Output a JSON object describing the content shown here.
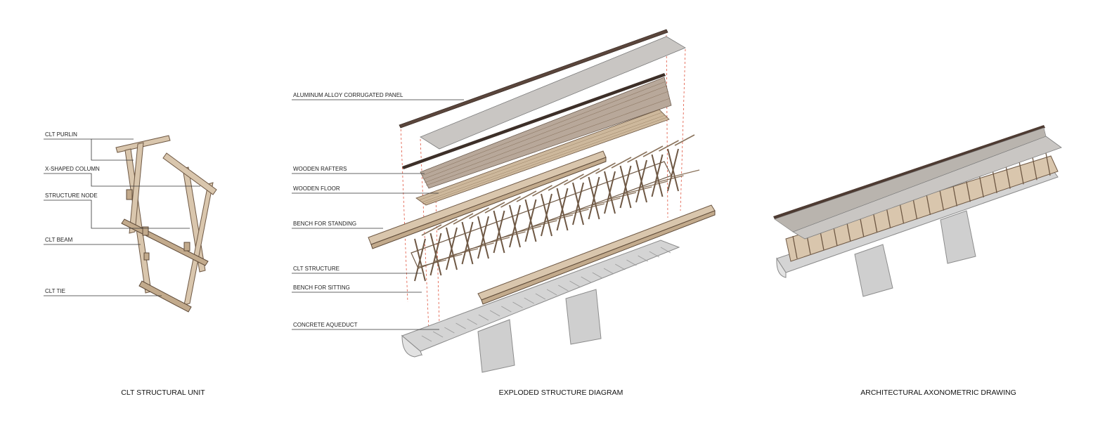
{
  "panels": {
    "unit": {
      "caption": "CLT STRUCTURAL UNIT",
      "labels": [
        "CLT PURLIN",
        "X-SHAPED COLUMN",
        "STRUCTURE NODE",
        "CLT BEAM",
        "CLT TIE"
      ]
    },
    "exploded": {
      "caption": "EXPLODED STRUCTURE DIAGRAM",
      "labels": [
        "ALUMINUM ALLOY CORRUGATED PANEL",
        "WOODEN RAFTERS",
        "WOODEN FLOOR",
        "BENCH FOR STANDING",
        "CLT STRUCTURE",
        "BENCH FOR SITTING",
        "CONCRETE AQUEDUCT"
      ]
    },
    "axon": {
      "caption": "ARCHITECTURAL AXONOMETRIC DRAWING"
    }
  },
  "colors": {
    "wood": "#d9c6ad",
    "wood_outline": "#6e5844",
    "concrete": "#d4d4d4",
    "roof": "#c9c6c3",
    "projection_line": "#e0553f",
    "text": "#222222"
  }
}
